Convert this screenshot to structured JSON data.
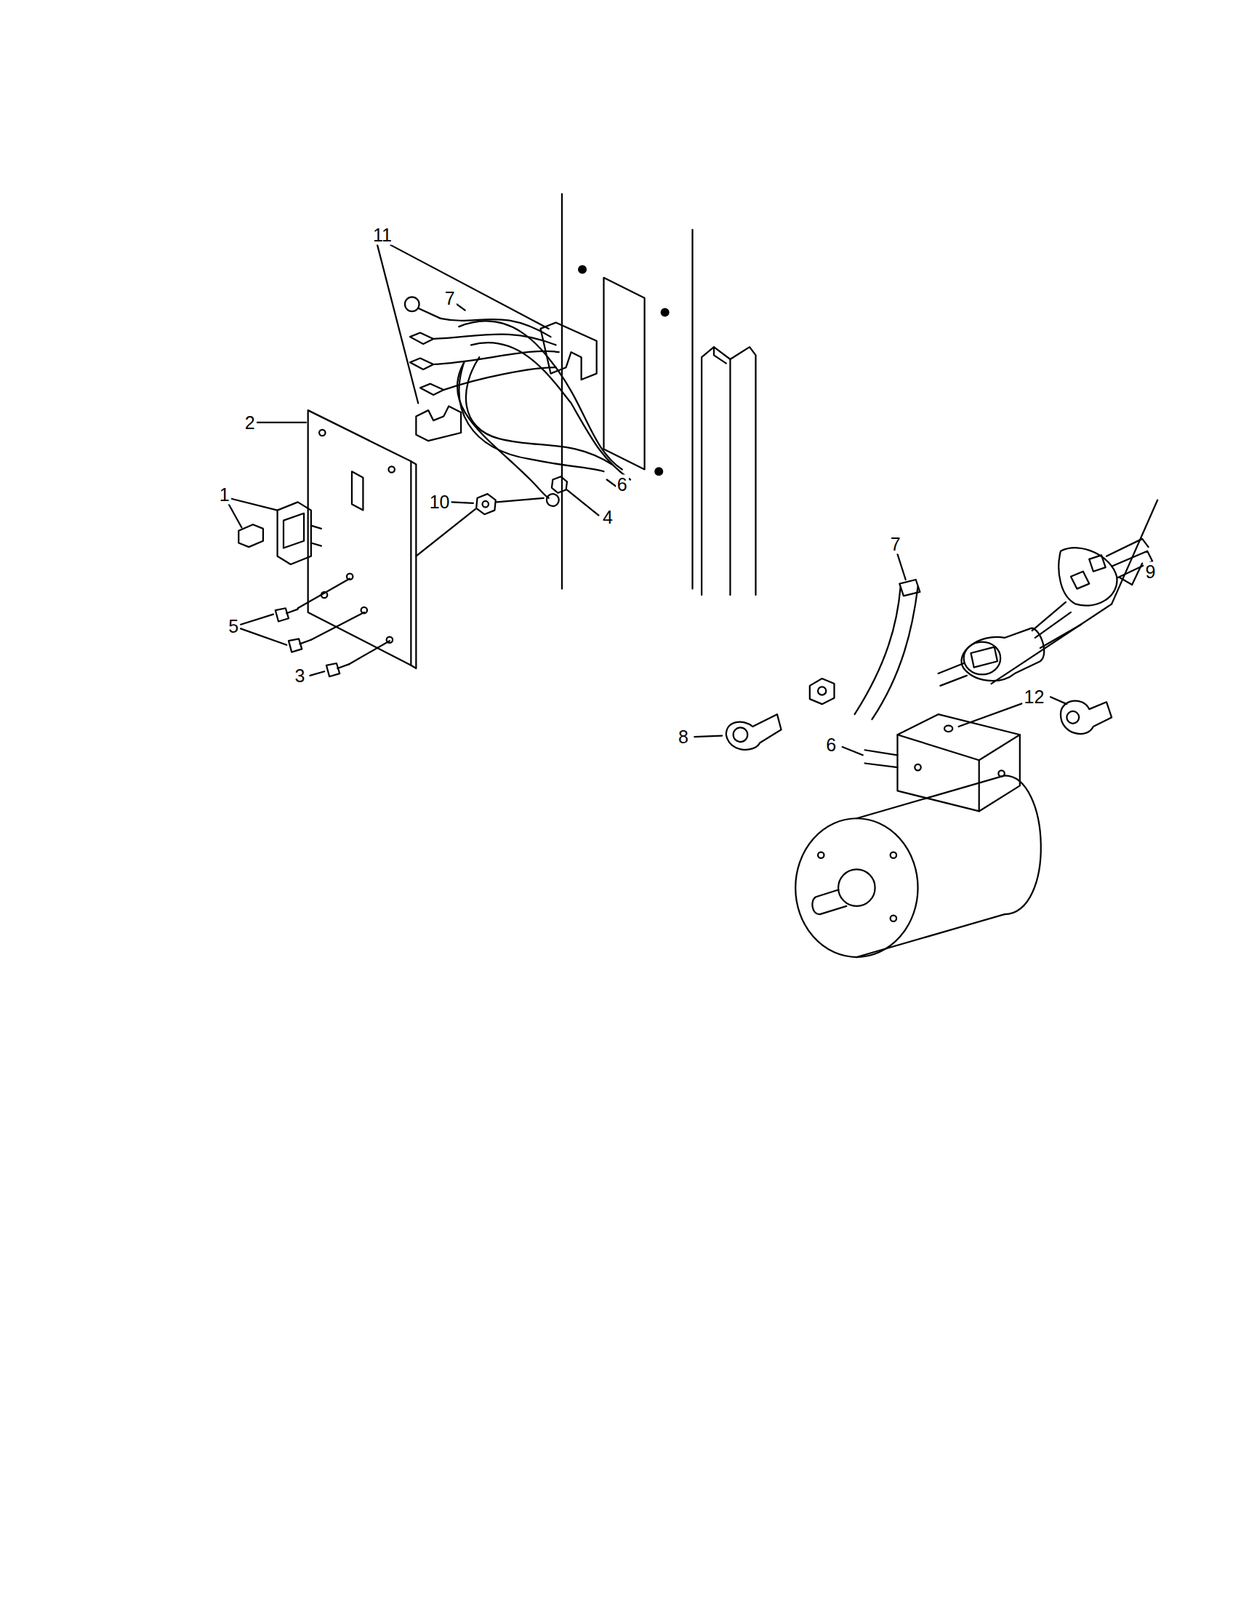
{
  "diagram": {
    "labels": [
      "11",
      "7",
      "2",
      "6",
      "1",
      "4",
      "10",
      "9",
      "7",
      "5",
      "3",
      "12",
      "8",
      "6"
    ]
  }
}
